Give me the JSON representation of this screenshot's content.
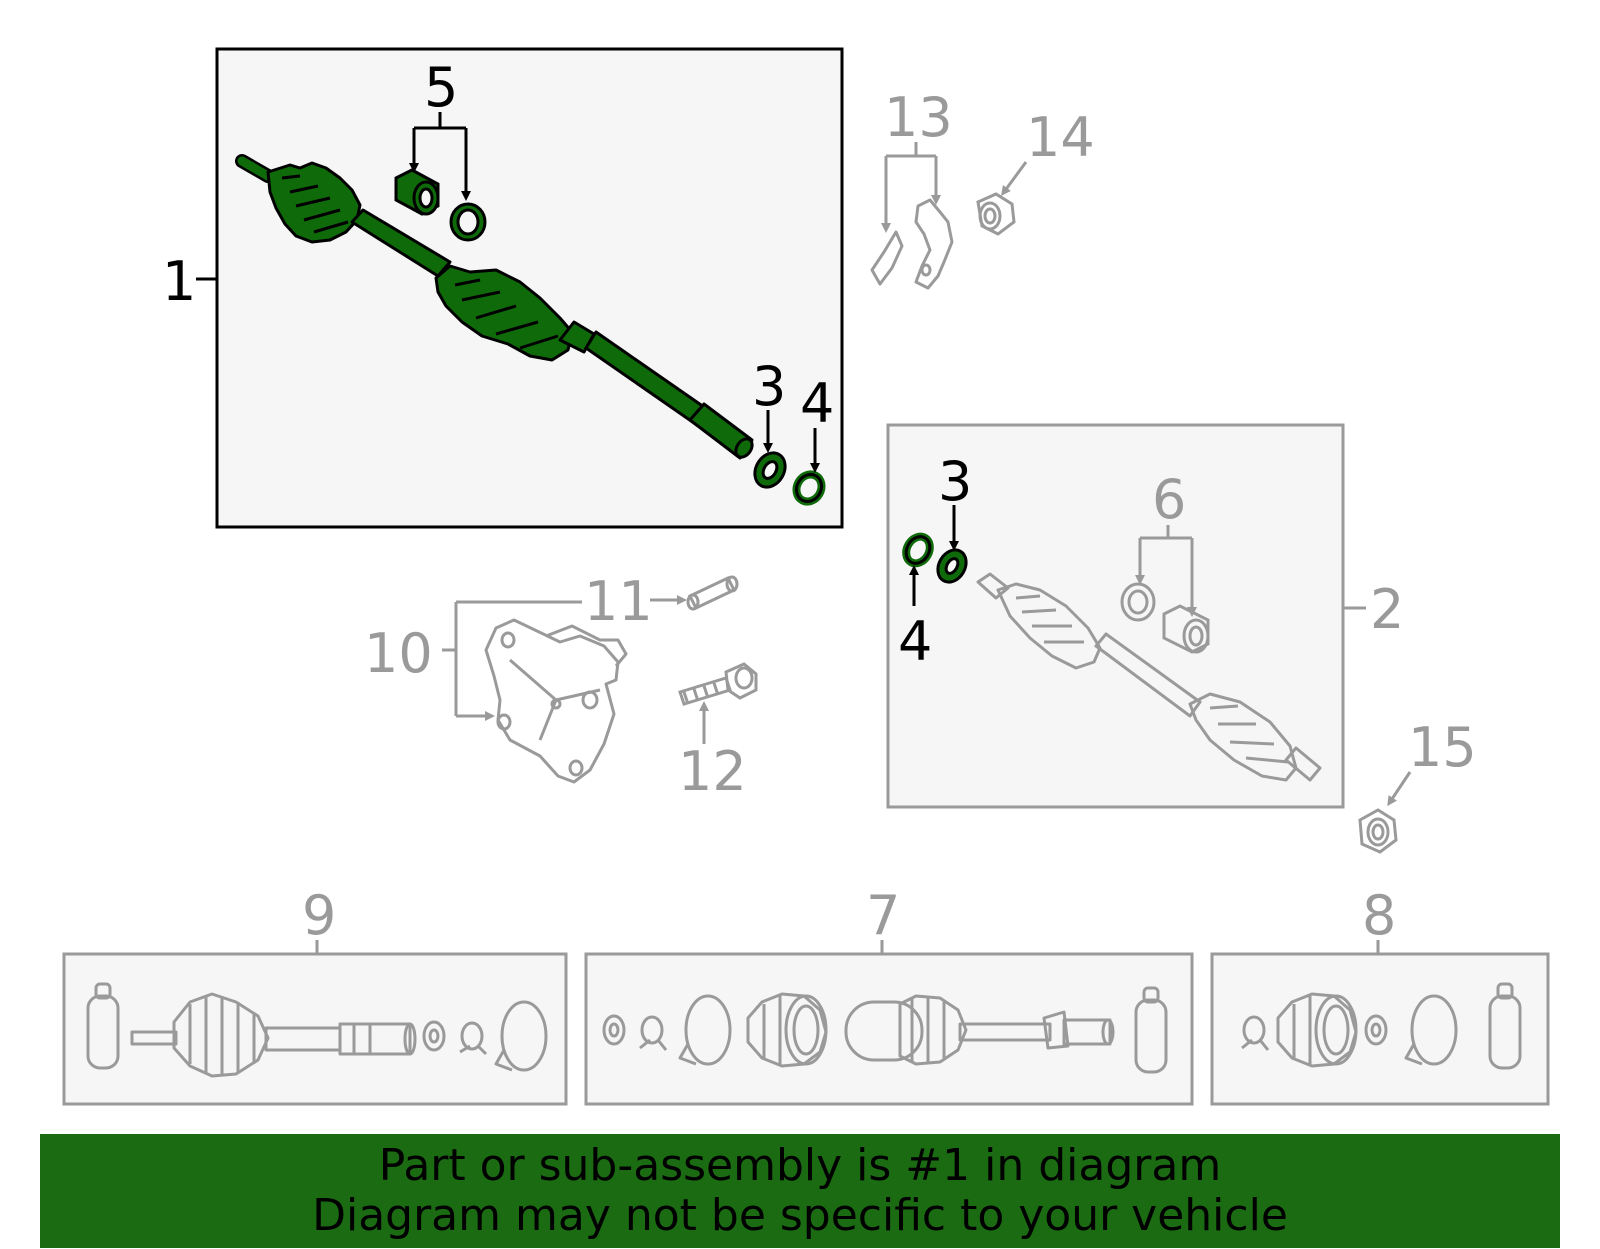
{
  "colors": {
    "highlight": "#1a6b12",
    "highlight_fill": "#0f6a0a",
    "muted": "#9a9a9a",
    "box_fill": "#f6f6f6"
  },
  "callouts": {
    "c1": "1",
    "c2": "2",
    "c3a": "3",
    "c3b": "3",
    "c4a": "4",
    "c4b": "4",
    "c5": "5",
    "c6": "6",
    "c7": "7",
    "c8": "8",
    "c9": "9",
    "c10": "10",
    "c11": "11",
    "c12": "12",
    "c13": "13",
    "c14": "14",
    "c15": "15"
  },
  "footer": {
    "line1": "Part or sub-assembly is #1 in diagram",
    "line2": "Diagram may not be specific to your vehicle"
  }
}
